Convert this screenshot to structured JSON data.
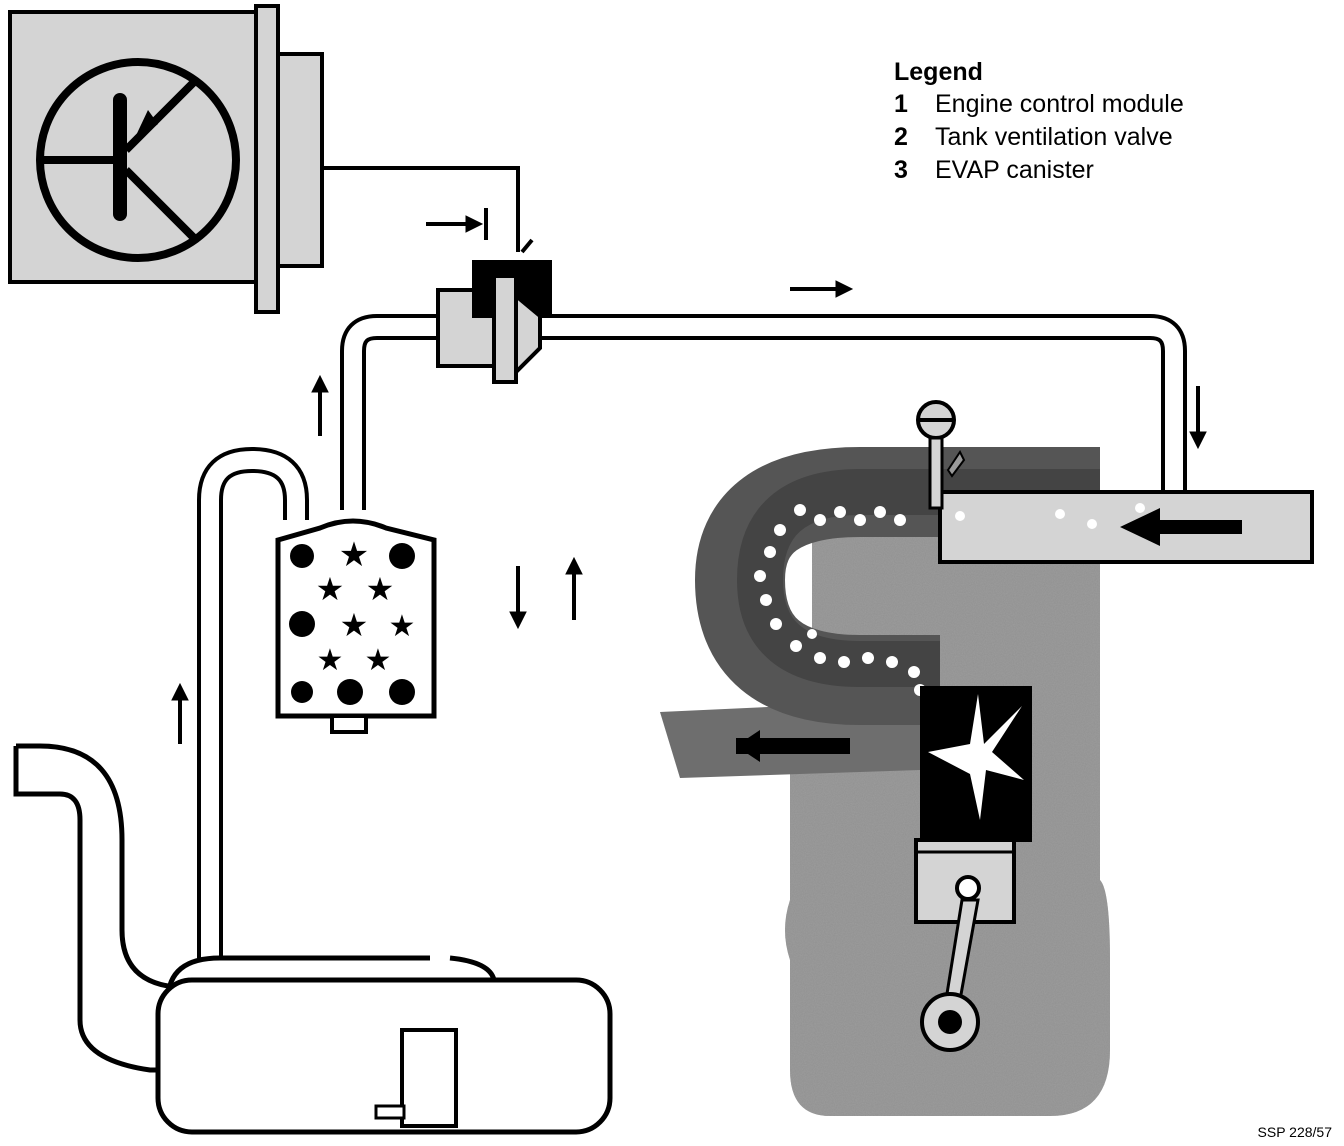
{
  "legend": {
    "title": "Legend",
    "items": [
      {
        "num": "1",
        "label": "Engine control module",
        "icon": "ecm-transistor-icon"
      },
      {
        "num": "2",
        "label": "Tank ventilation valve",
        "icon": "valve-icon"
      },
      {
        "num": "3",
        "label": "EVAP canister",
        "icon": "canister-icon"
      }
    ]
  },
  "reference": "SSP 228/57",
  "colors": {
    "stroke": "#000000",
    "shade_light": "#d4d4d4",
    "shade_mid": "#9a9a9a",
    "shade_dark": "#6e6e6e",
    "background": "#ffffff"
  }
}
